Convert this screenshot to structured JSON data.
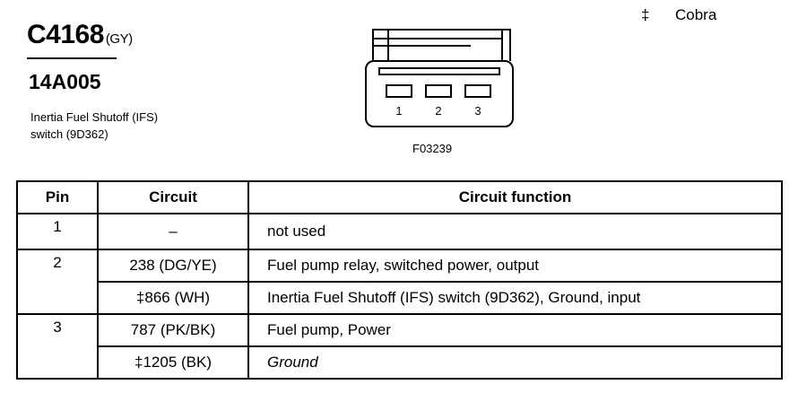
{
  "header": {
    "connector_id": "C4168",
    "connector_color": "(GY)",
    "part_number": "14A005",
    "description_line1": "Inertia Fuel Shutoff (IFS)",
    "description_line2": "switch (9D362)"
  },
  "legend": {
    "symbol": "‡",
    "label": "Cobra"
  },
  "diagram": {
    "figure_id": "F03239",
    "terminals": [
      "1",
      "2",
      "3"
    ]
  },
  "table": {
    "headers": [
      "Pin",
      "Circuit",
      "Circuit function"
    ],
    "rows": [
      {
        "pin": "1",
        "circuit": "–",
        "function": "not used"
      },
      {
        "pin": "2",
        "circuit": "238 (DG/YE)",
        "function": "Fuel pump relay, switched power, output"
      },
      {
        "pin": "",
        "circuit": "‡866 (WH)",
        "function": "Inertia Fuel Shutoff (IFS) switch (9D362), Ground, input"
      },
      {
        "pin": "3",
        "circuit": "787 (PK/BK)",
        "function": "Fuel pump, Power"
      },
      {
        "pin": "",
        "circuit": "‡1205 (BK)",
        "function": "Ground"
      }
    ]
  }
}
